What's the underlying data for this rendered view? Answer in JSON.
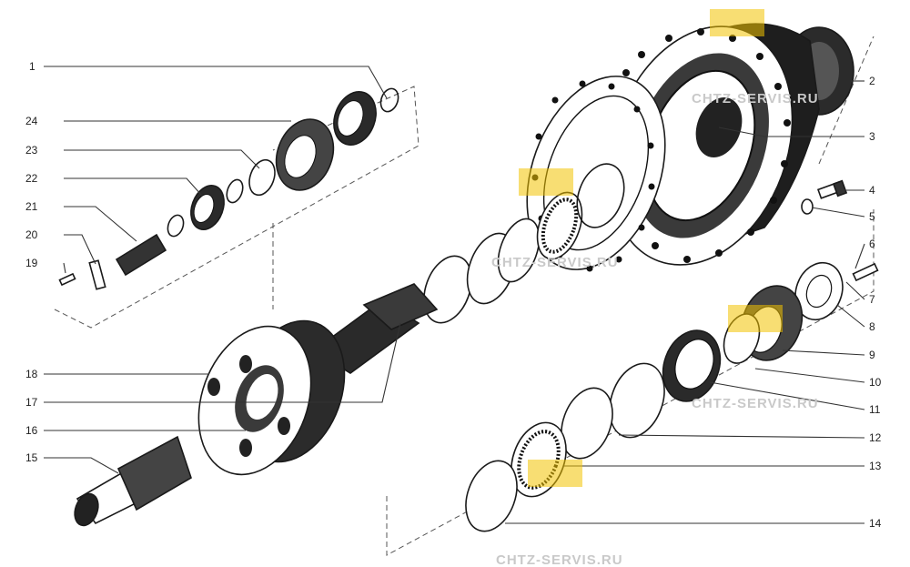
{
  "watermark": {
    "text": "CHTZ-SERVIS.RU",
    "accent": "#f2c300"
  },
  "callouts": [
    {
      "n": "1"
    },
    {
      "n": "2"
    },
    {
      "n": "3"
    },
    {
      "n": "4"
    },
    {
      "n": "5"
    },
    {
      "n": "6"
    },
    {
      "n": "7"
    },
    {
      "n": "8"
    },
    {
      "n": "9"
    },
    {
      "n": "10"
    },
    {
      "n": "11"
    },
    {
      "n": "12"
    },
    {
      "n": "13"
    },
    {
      "n": "14"
    },
    {
      "n": "15"
    },
    {
      "n": "16"
    },
    {
      "n": "17"
    },
    {
      "n": "18"
    },
    {
      "n": "19"
    },
    {
      "n": "20"
    },
    {
      "n": "21"
    },
    {
      "n": "22"
    },
    {
      "n": "23"
    },
    {
      "n": "24"
    }
  ]
}
